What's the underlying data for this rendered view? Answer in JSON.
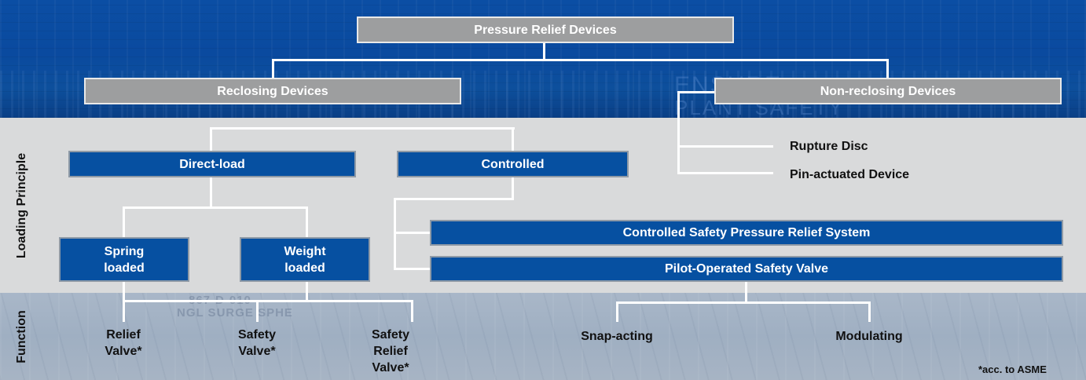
{
  "title_box": {
    "label": "Pressure Relief Devices"
  },
  "categories": {
    "reclosing": "Reclosing Devices",
    "non_reclosing": "Non-reclosing Devices"
  },
  "non_reclosing_children": [
    "Rupture Disc",
    "Pin-actuated Device"
  ],
  "side_labels": {
    "loading_principle": "Loading Principle",
    "function": "Function"
  },
  "loading_principle": {
    "direct_load": "Direct-load",
    "controlled": "Controlled",
    "spring_loaded": [
      "Spring",
      "loaded"
    ],
    "weight_loaded": [
      "Weight",
      "loaded"
    ],
    "controlled_children": [
      "Controlled Safety Pressure Relief System",
      "Pilot-Operated Safety Valve"
    ]
  },
  "function": {
    "direct_load_children": [
      [
        "Relief",
        "Valve*"
      ],
      [
        "Safety",
        "Valve*"
      ],
      [
        "Safety",
        "Relief",
        "Valve*"
      ]
    ],
    "controlled_children": [
      "Snap-acting",
      "Modulating"
    ]
  },
  "watermarks": {
    "top_line1": "ENSURE",
    "top_line2": "PLANT SAFETY",
    "bottom_line1": "867-D-010",
    "bottom_line2": "NGL SURGE SPHE"
  },
  "footnote": "*acc. to ASME",
  "colors": {
    "top_band": "#0b4ea4",
    "mid_band": "#d9dadb",
    "bottom_band": "#a9b7c8",
    "gray_box": "#9d9e9f",
    "blue_box": "#0650a1",
    "connector": "#ffffff"
  }
}
